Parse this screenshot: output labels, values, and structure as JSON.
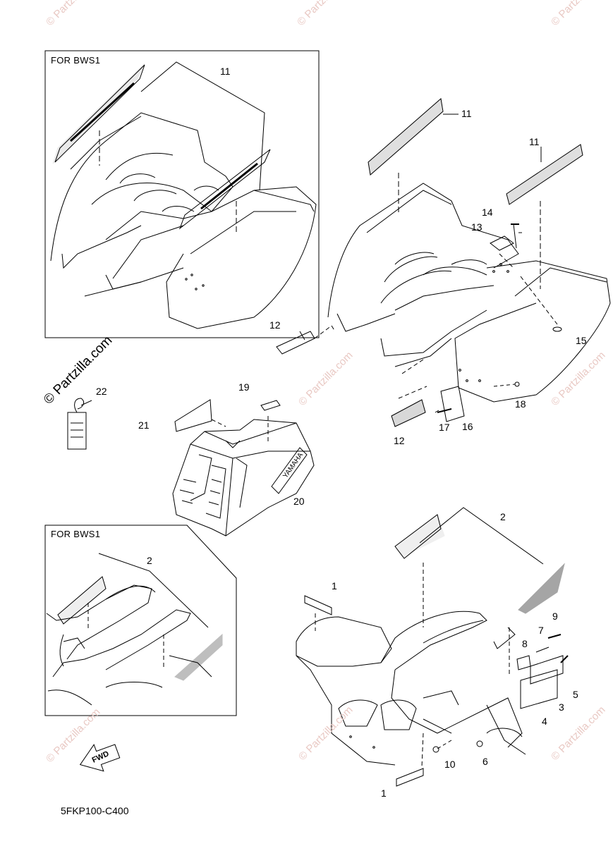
{
  "boxes": {
    "top_left_title": "FOR BWS1",
    "bottom_left_title": "FOR BWS1"
  },
  "callouts": {
    "c1a": "1",
    "c1b": "1",
    "c2a": "2",
    "c2b": "2",
    "c3": "3",
    "c4": "4",
    "c5": "5",
    "c6": "6",
    "c7": "7",
    "c8": "8",
    "c9": "9",
    "c10": "10",
    "c11a": "11",
    "c11b": "11",
    "c11c": "11",
    "c12a": "12",
    "c12b": "12",
    "c13": "13",
    "c14": "14",
    "c15": "15",
    "c16": "16",
    "c17": "17",
    "c18": "18",
    "c19": "19",
    "c20": "20",
    "c21": "21",
    "c22": "22"
  },
  "decals": {
    "yamaha_text": "YAMAHA",
    "fwd_text": "FWD"
  },
  "diagram_code": "5FKP100-C400",
  "watermark": {
    "corner_text": "© Partzilla.com",
    "side_text": "© Partzilla.com"
  }
}
